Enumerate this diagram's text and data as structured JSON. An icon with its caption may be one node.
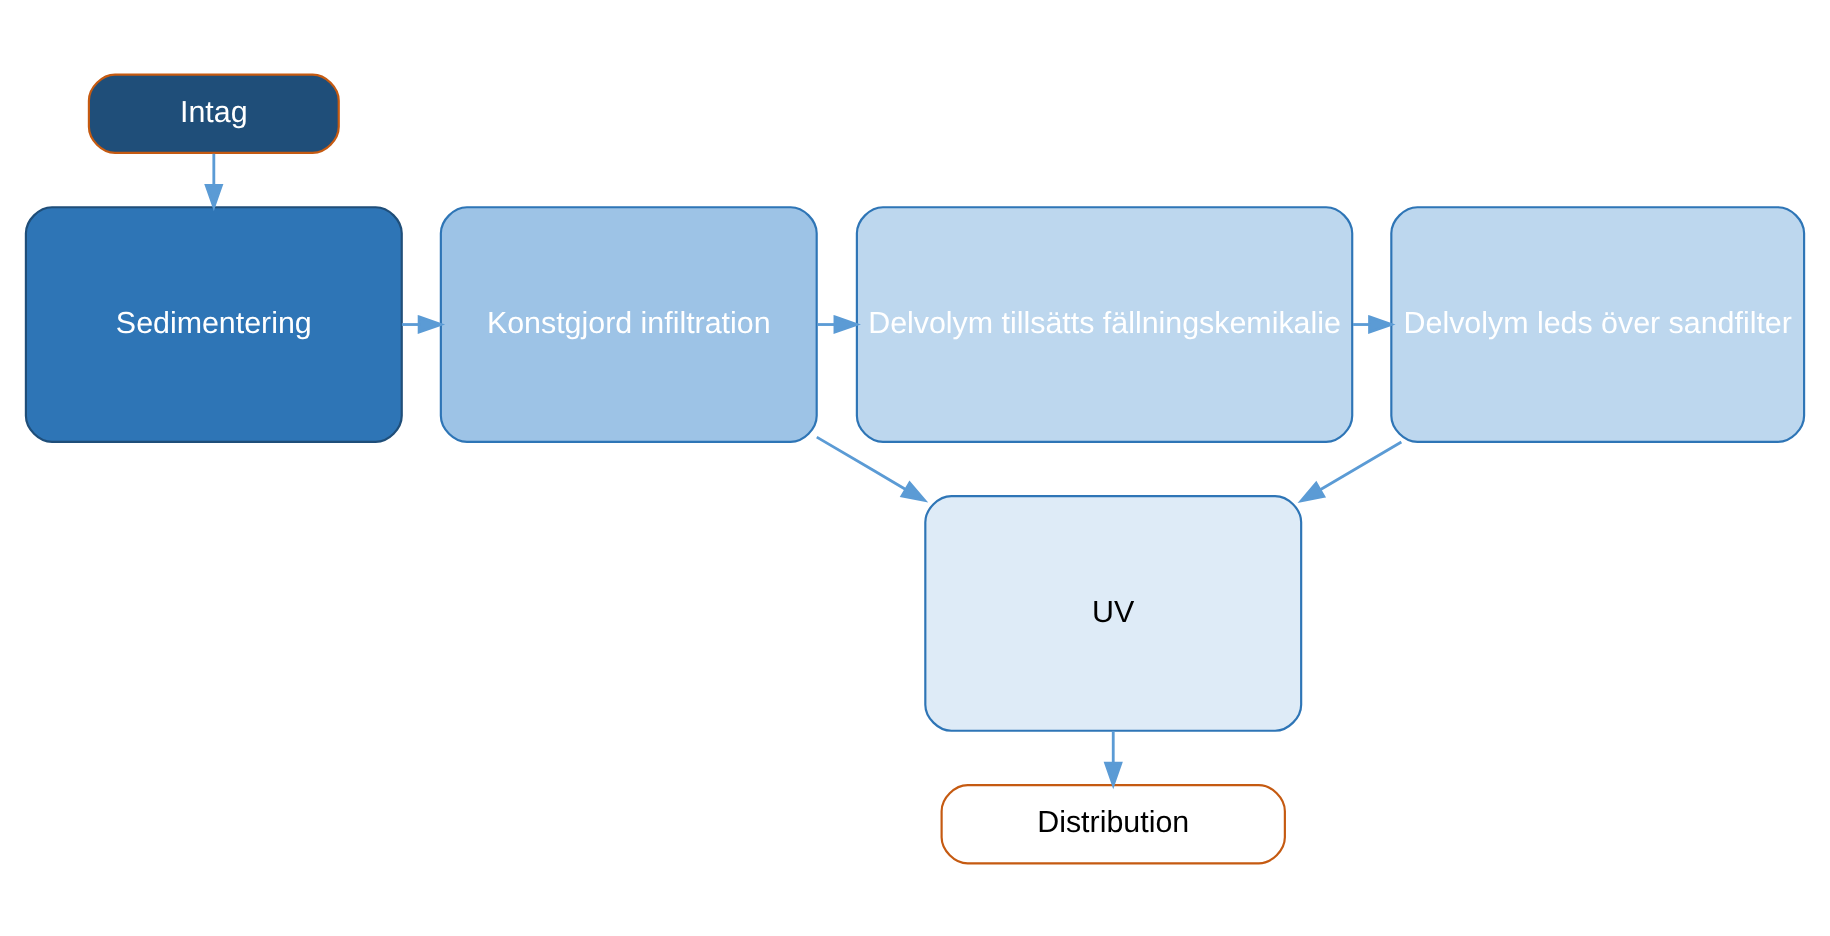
{
  "diagram": {
    "nodes": [
      {
        "text": [
          "Intag"
        ]
      },
      {
        "text": [
          "Sedimentering"
        ]
      },
      {
        "text": [
          "Konstgjord infiltration"
        ]
      },
      {
        "text": [
          "Delvolym tillsätts fällningskemikalie"
        ]
      },
      {
        "text": [
          "Delvolym leds över sandfilter"
        ]
      },
      {
        "text": [
          "UV"
        ]
      },
      {
        "text": [
          "Distribution"
        ]
      }
    ],
    "edges": [
      {
        "from": 0,
        "to": 1,
        "arrow": "to"
      },
      {
        "from": 1,
        "to": 2,
        "arrow": "to"
      },
      {
        "from": 2,
        "to": 3,
        "arrow": "to"
      },
      {
        "from": 3,
        "to": 4,
        "arrow": "to"
      },
      {
        "from": 2,
        "to": 5,
        "arrow": "to"
      },
      {
        "from": 4,
        "to": 5,
        "arrow": "to"
      },
      {
        "from": 5,
        "to": 6,
        "arrow": "to"
      }
    ]
  }
}
